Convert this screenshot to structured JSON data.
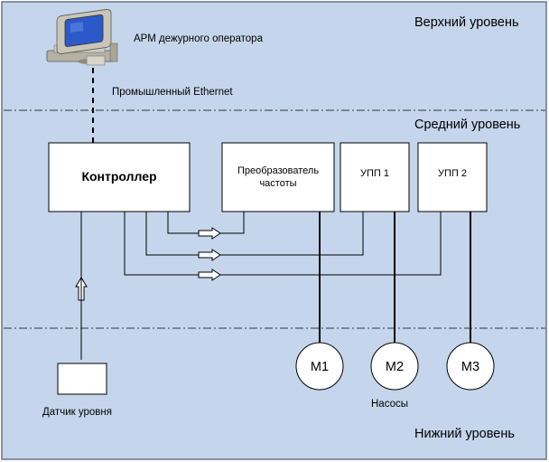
{
  "levels": {
    "upper": "Верхний уровень",
    "middle": "Средний уровень",
    "lower": "Нижний  уровень"
  },
  "workstation": {
    "label": "АРМ дежурного оператора",
    "icon": "computer-workstation-icon"
  },
  "network": {
    "label": "Промышленный Ethernet"
  },
  "blocks": {
    "controller": "Контроллер",
    "converter": "Преобразователь частоты",
    "upp1": "УПП 1",
    "upp2": "УПП 2"
  },
  "motors": [
    "M1",
    "M2",
    "M3"
  ],
  "pumps_label": "Насосы",
  "sensor": {
    "label": "Датчик уровня"
  },
  "colors": {
    "background": "#c5d6ec",
    "frame": "#6b7380",
    "line": "#000000",
    "box_fill": "#ffffff",
    "monitor_body": "#c9c6b8",
    "screen": "#2b59c9"
  }
}
